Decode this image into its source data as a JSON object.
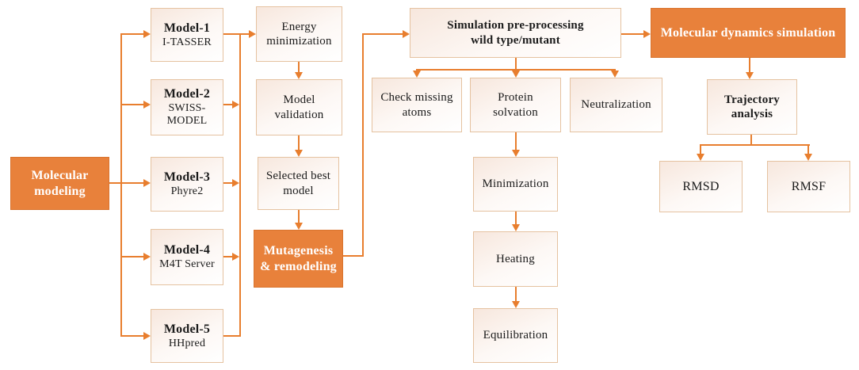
{
  "colors": {
    "accent_orange": "#E8813B",
    "connector_orange": "#E87E2E",
    "box_border": "#E5C2A0",
    "text": "#1b1b1b"
  },
  "nodes": {
    "molecular_modeling": {
      "label": "Molecular modeling"
    },
    "model_1": {
      "title": "Model-1",
      "subtitle": "I-TASSER"
    },
    "model_2": {
      "title": "Model-2",
      "subtitle_line1": "SWISS-",
      "subtitle_line2": "MODEL"
    },
    "model_3": {
      "title": "Model-3",
      "subtitle": "Phyre2"
    },
    "model_4": {
      "title": "Model-4",
      "subtitle": "M4T Server"
    },
    "model_5": {
      "title": "Model-5",
      "subtitle": "HHpred"
    },
    "energy_minimization": {
      "label": "Energy minimization"
    },
    "model_validation": {
      "label": "Model validation"
    },
    "selected_best_model": {
      "label": "Selected best model"
    },
    "mutagenesis_remodeling": {
      "label": "Mutagenesis & remodeling"
    },
    "simulation_preprocessing": {
      "line1": "Simulation pre-processing",
      "line2": "wild type/mutant"
    },
    "check_missing_atoms": {
      "label": "Check missing atoms"
    },
    "protein_solvation": {
      "label": "Protein solvation"
    },
    "neutralization": {
      "label": "Neutralization"
    },
    "minimization": {
      "label": "Minimization"
    },
    "heating": {
      "label": "Heating"
    },
    "equilibration": {
      "label": "Equilibration"
    },
    "molecular_dynamics_simulation": {
      "label": "Molecular dynamics simulation"
    },
    "trajectory_analysis": {
      "line1": "Trajectory",
      "line2": "analysis"
    },
    "rmsd": {
      "label": "RMSD"
    },
    "rmsf": {
      "label": "RMSF"
    }
  }
}
